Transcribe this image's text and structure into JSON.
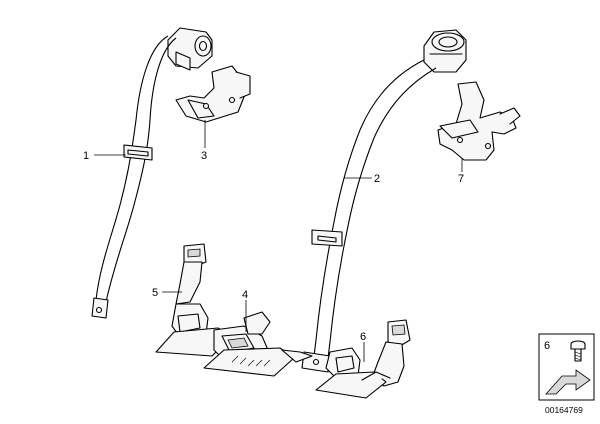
{
  "callouts": {
    "c1": "1",
    "c2": "2",
    "c3": "3",
    "c4": "4",
    "c5": "5",
    "c6": "6",
    "c7": "7"
  },
  "inset": {
    "label": "6",
    "icon": "screw-icon"
  },
  "document_number": "00164769"
}
